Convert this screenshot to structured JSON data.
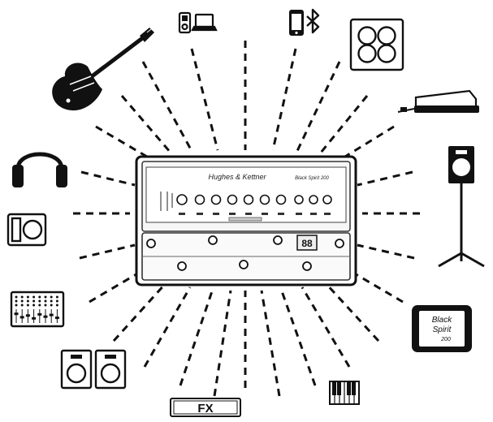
{
  "diagram": {
    "center_device": "amp-head-with-footswitch-panel",
    "accent_color": "#111111",
    "background_color": "#ffffff",
    "peripherals": [
      "guitar-icon",
      "ipod-laptop-icon",
      "phone-bluetooth-icon",
      "speaker-cabinet-icon",
      "expression-pedal-icon",
      "speaker-on-stand-icon",
      "tablet-icon",
      "keyboard-icon",
      "fx-unit-icon",
      "twin-speakers-icon",
      "mixer-icon",
      "monitor-speaker-icon",
      "headphones-icon"
    ]
  },
  "labels": {
    "fx_unit": "FX",
    "tablet_screen_line1": "Black",
    "tablet_screen_line2": "Spirit",
    "tablet_screen_line3": "200",
    "amp_brand": "Hughes & Kettner",
    "amp_model": "Black Spirit 200"
  }
}
